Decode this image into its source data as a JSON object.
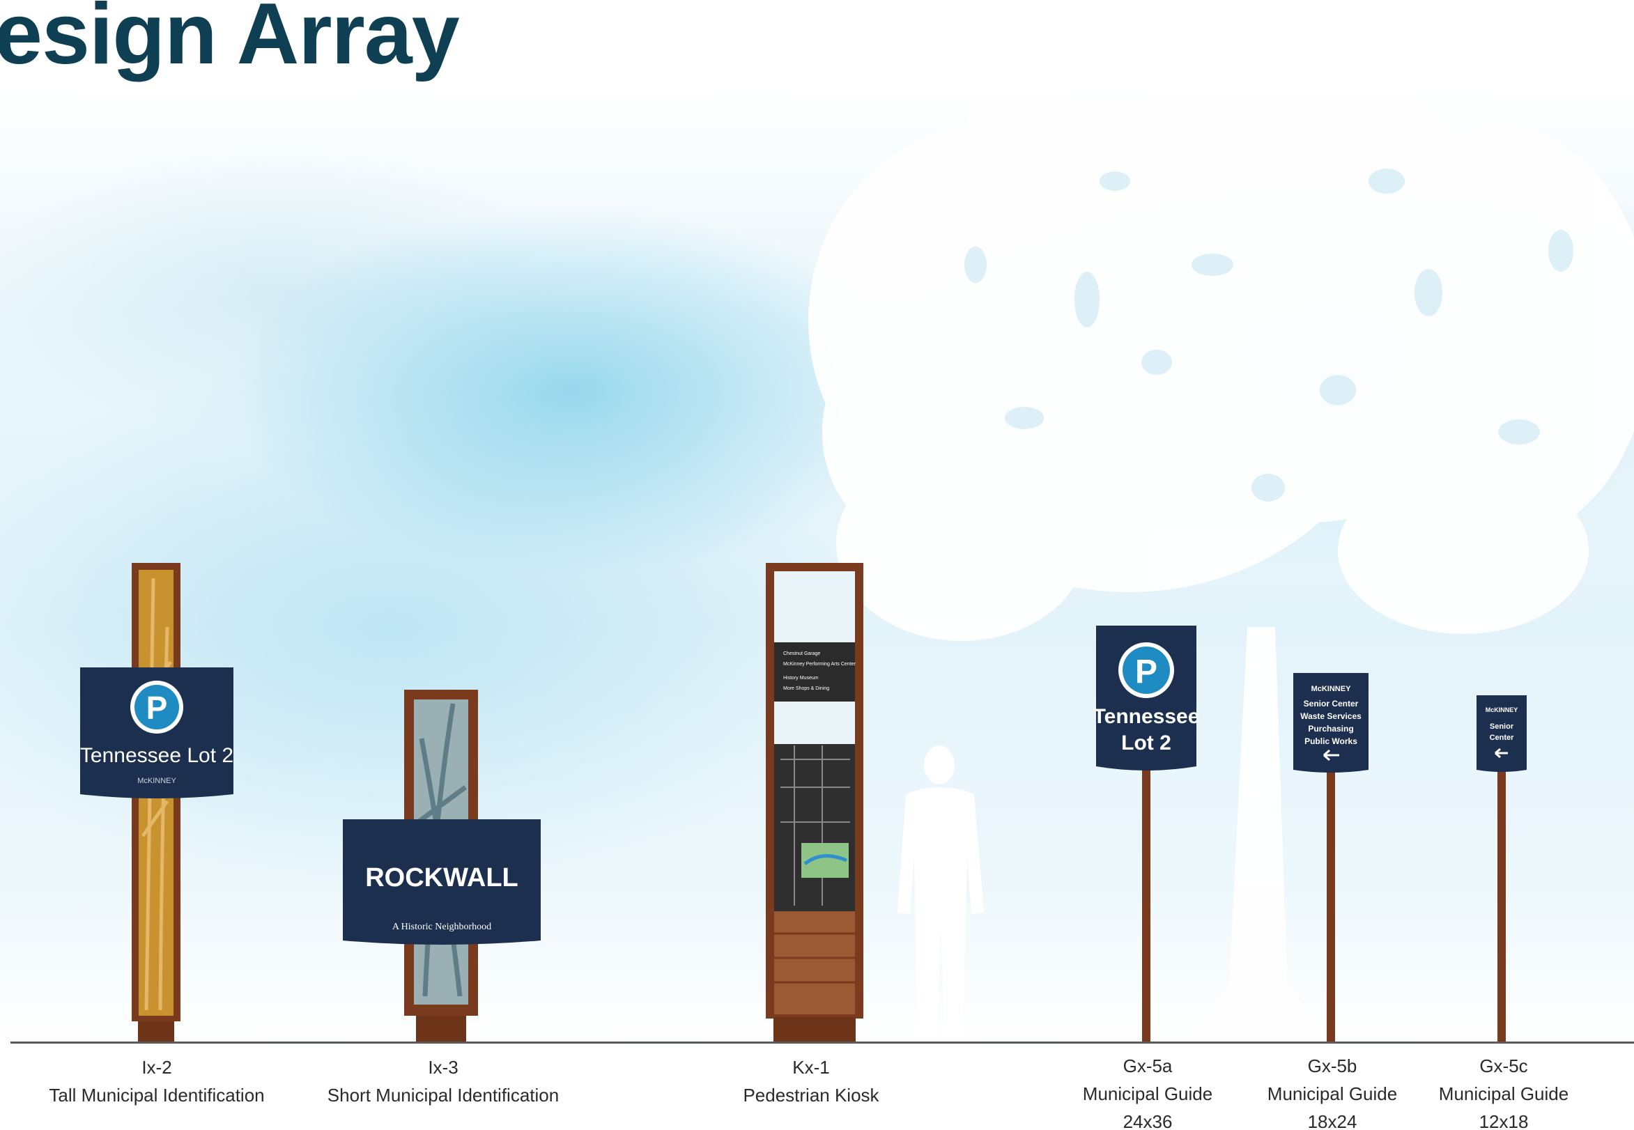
{
  "title": "esign Array",
  "signs": [
    {
      "code": "Ix-2",
      "desc": "Tall Municipal Identification",
      "panel_line": "Tennessee Lot 2",
      "panel_small": "McKINNEY",
      "panel_icon": "P"
    },
    {
      "code": "Ix-3",
      "desc": "Short Municipal Identification",
      "panel_line": "ROCKWALL",
      "panel_small": "A Historic Neighborhood"
    },
    {
      "code": "Kx-1",
      "desc": "Pedestrian Kiosk",
      "kiosk_items": [
        "Chestnut Garage",
        "McKinney Performing Arts Center",
        "History Museum",
        "More Shops & Dining"
      ]
    },
    {
      "code": "Gx-5a",
      "desc": "Municipal Guide",
      "size": "24x36",
      "panel_line1": "Tennessee",
      "panel_line2": "Lot 2",
      "panel_icon": "P"
    },
    {
      "code": "Gx-5b",
      "desc": "Municipal Guide",
      "size": "18x24",
      "panel_header": "McKINNEY",
      "panel_lines": [
        "Senior Center",
        "Waste Services",
        "Purchasing",
        "Public Works"
      ]
    },
    {
      "code": "Gx-5c",
      "desc": "Municipal Guide",
      "size": "12x18",
      "panel_header": "McKINNEY",
      "panel_lines": [
        "Senior",
        "Center"
      ]
    }
  ],
  "colors": {
    "title": "#0e3f52",
    "navy": "#1c2f4e",
    "post": "#7a3a1e",
    "gold": "#c8922e",
    "sign_blue": "#1e8bc3"
  }
}
